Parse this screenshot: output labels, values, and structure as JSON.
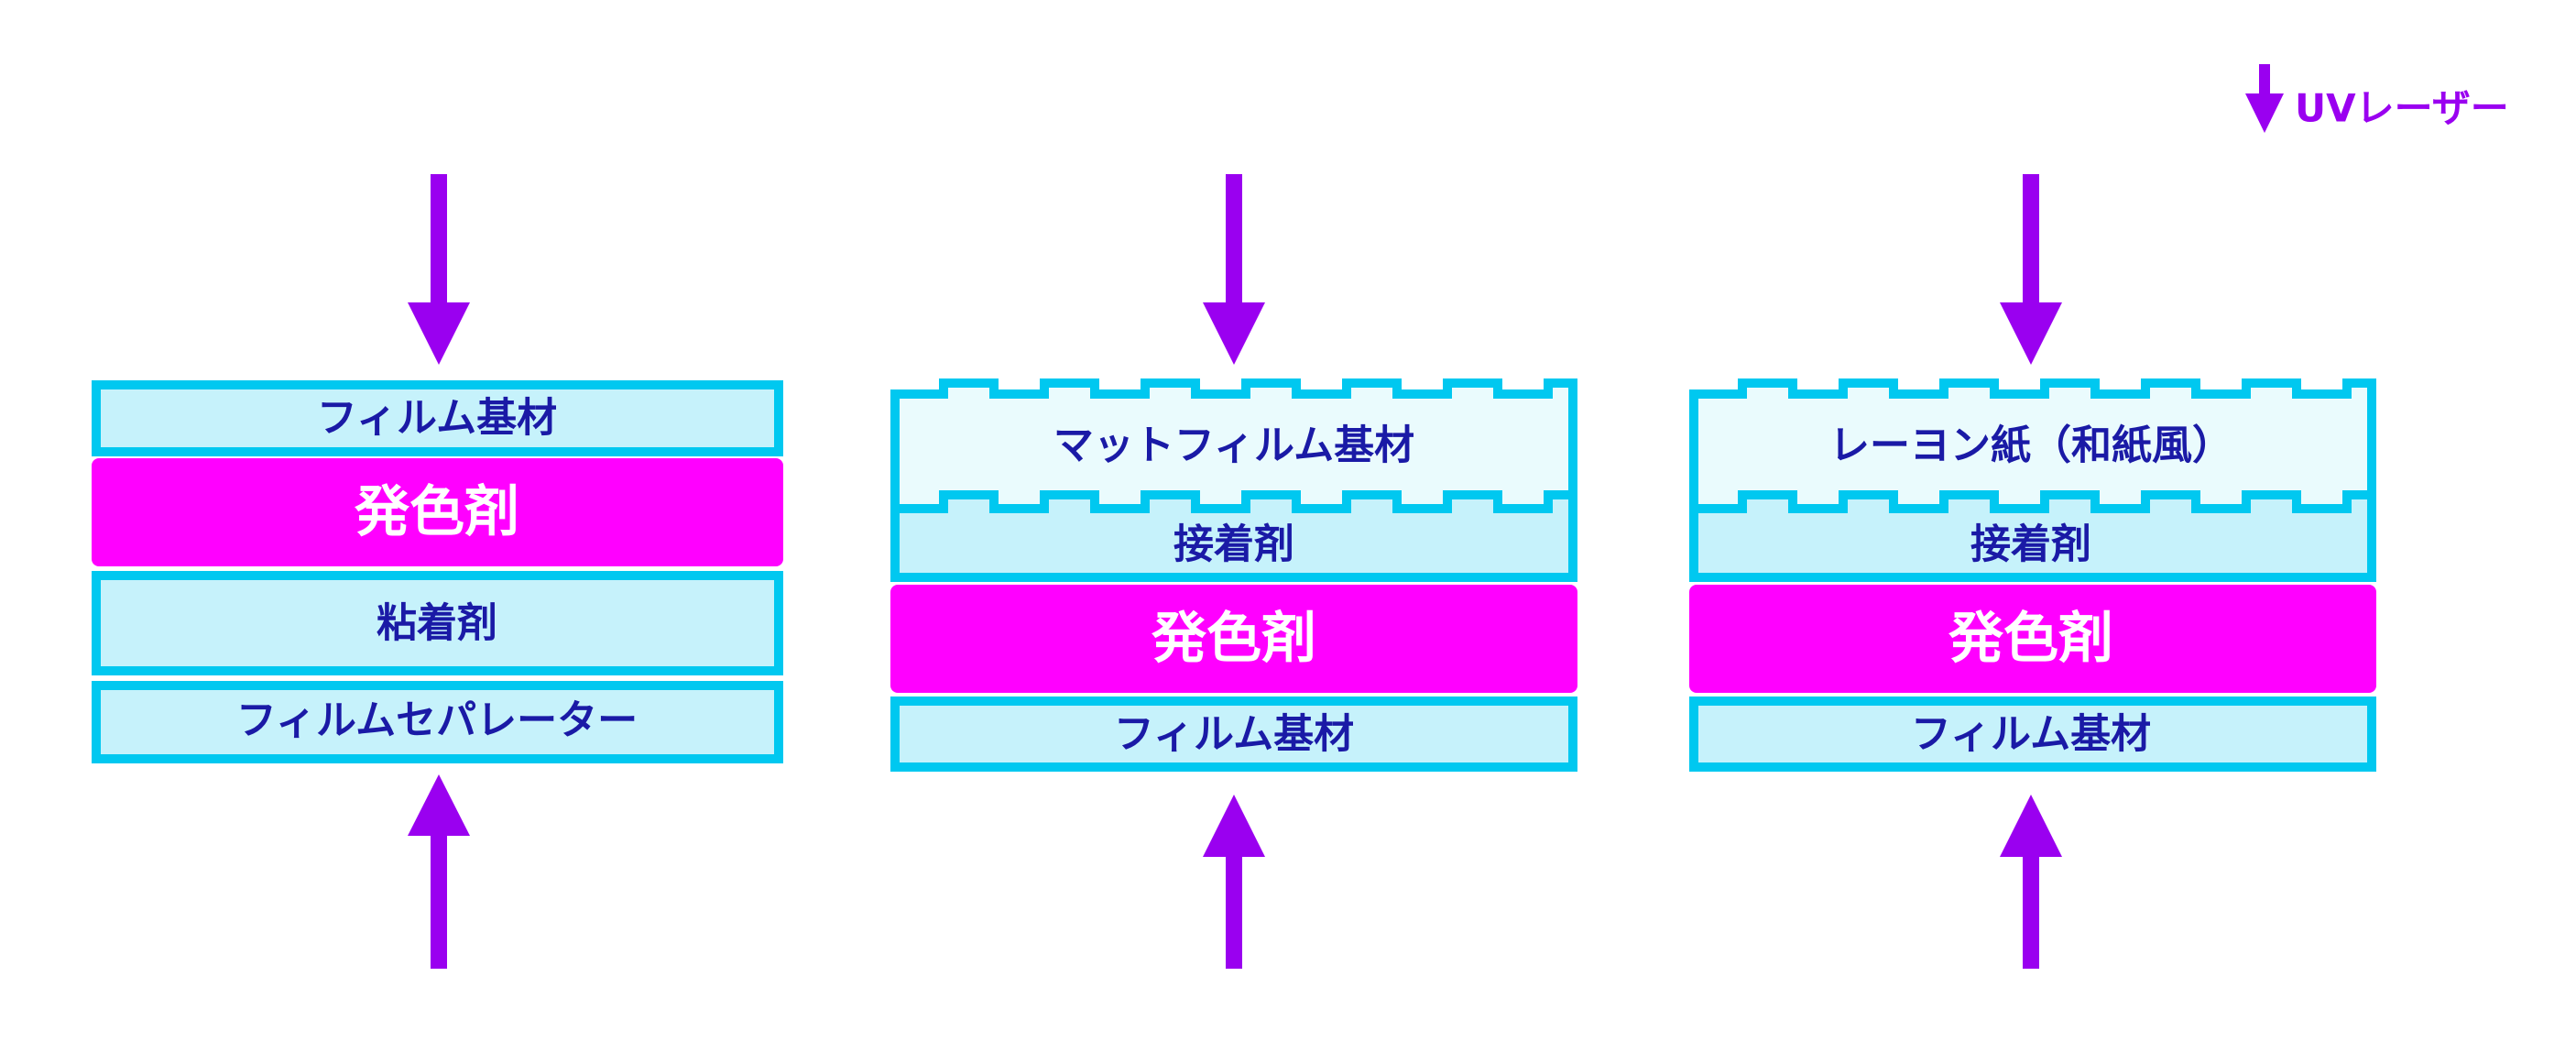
{
  "legend": {
    "label": "UVレーザー",
    "icon": "down-arrow-icon"
  },
  "colors": {
    "arrow": "#9a00f0",
    "border": "#00c8f0",
    "film_fill": "#c6f2fb",
    "matte_fill": "#eafbfd",
    "color_layer": "#ff00ff",
    "blue_text": "#1a1aa6",
    "white_text": "#ffffff"
  },
  "stacks": [
    {
      "layers": [
        {
          "label": "フィルム基材"
        },
        {
          "label": "発色剤"
        },
        {
          "label": "粘着剤"
        },
        {
          "label": "フィルムセパレーター"
        }
      ]
    },
    {
      "layers": [
        {
          "label": "マットフィルム基材"
        },
        {
          "label": "接着剤"
        },
        {
          "label": "発色剤"
        },
        {
          "label": "フィルム基材"
        }
      ]
    },
    {
      "layers": [
        {
          "label": "レーヨン紙（和紙風）"
        },
        {
          "label": "接着剤"
        },
        {
          "label": "発色剤"
        },
        {
          "label": "フィルム基材"
        }
      ]
    }
  ]
}
